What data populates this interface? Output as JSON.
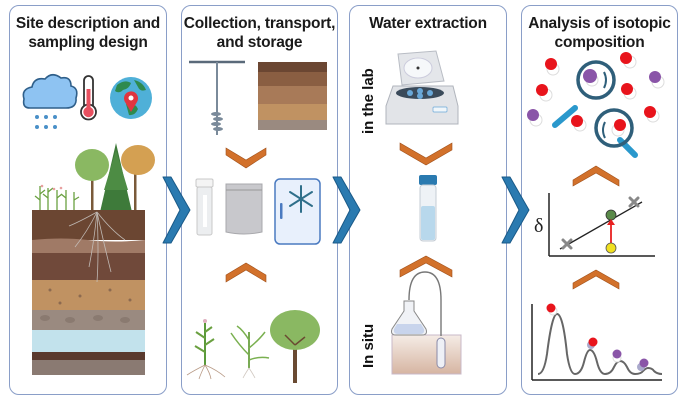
{
  "figure": {
    "panels": [
      {
        "id": "site",
        "title_line1": "Site description and",
        "title_line2": "sampling design",
        "icons": [
          "rain-cloud-icon",
          "thermometer-icon",
          "globe-location-icon",
          "vegetation-icon",
          "soil-profile-icon"
        ]
      },
      {
        "id": "collection",
        "title_line1": "Collection, transport,",
        "title_line2": "and storage",
        "icons": [
          "soil-auger-icon",
          "soil-core-icon",
          "sample-vial-icon",
          "sample-bag-icon",
          "freezer-icon",
          "corn-plant-icon",
          "grass-plant-icon",
          "tree-icon"
        ]
      },
      {
        "id": "extraction",
        "title_line1": "Water extraction",
        "title_line2": "",
        "side_labels": {
          "top": "in the lab",
          "bottom": "In situ"
        },
        "icons": [
          "centrifuge-icon",
          "water-vial-icon",
          "in-situ-probe-flask-icon"
        ]
      },
      {
        "id": "analysis",
        "title_line1": "Analysis of isotopic",
        "title_line2": "composition",
        "icons": [
          "water-molecules-magnifier-icon",
          "calibration-chart-icon",
          "spectrum-peaks-icon"
        ],
        "calibration_axis_label": "δ"
      }
    ],
    "flow_arrows": [
      "site-to-collection",
      "collection-to-extraction",
      "extraction-to-analysis"
    ],
    "colors": {
      "panel_border": "#8a9ec8",
      "flow_arrow": "#2a7ab0",
      "chevron": "#d2712b",
      "water_molecule_oxygen": "#e8141c",
      "heavy_isotope": "#8a55a8",
      "magnifier": "#2f5f7a"
    }
  }
}
